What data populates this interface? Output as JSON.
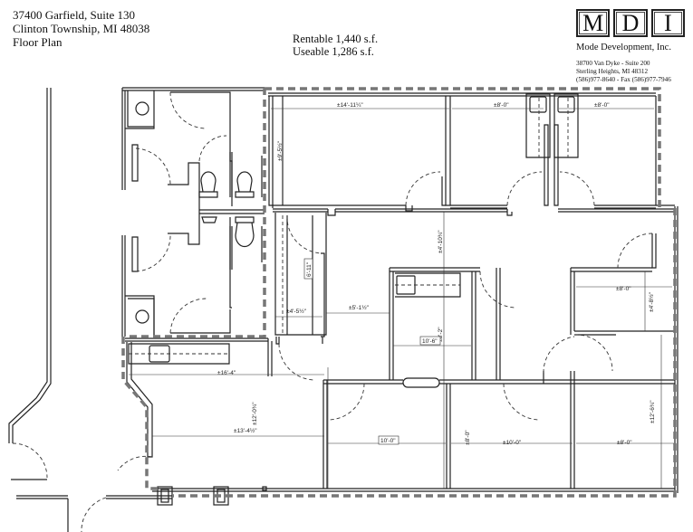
{
  "header": {
    "address_line1": "37400 Garfield, Suite 130",
    "address_line2": "Clinton Township, MI 48038",
    "document_type": "Floor Plan",
    "rentable": "Rentable 1,440 s.f.",
    "useable": "Useable 1,286 s.f."
  },
  "logo": {
    "letters": [
      "M",
      "D",
      "I"
    ],
    "company_name": "Mode Development, Inc.",
    "address_line1": "38700 Van Dyke - Suite 200",
    "address_line2": "Sterling Heights, MI 48312",
    "phone_fax": "(586)977-8640 - Fax (586)977-7946"
  },
  "colors": {
    "wall": "#222222",
    "lease_line": "#777777",
    "background": "#ffffff"
  },
  "dimensions": {
    "office_top_left_width": "±14'-11¼\"",
    "office_top_left_height": "±9'-5½\"",
    "office_top_mid_width": "±8'-0\"",
    "office_top_right_width": "±8'-0\"",
    "corridor_height": "±4'-10¾\"",
    "closet_width": "±4'-5½\"",
    "closet_depth_box": "6'-11\"",
    "hall_width": "±5'-1½\"",
    "kitchen_height": "±8'-2\"",
    "kitchen_width_box": "10'-6\"",
    "right_small_width": "±8'-0\"",
    "right_small_height": "±4'-8½\"",
    "reception_width": "±16'-4\"",
    "reception_height": "±12'-0¾\"",
    "reception_lower_width": "±13'-4½\"",
    "bottom_mid_width_box": "10'-0\"",
    "bottom_mid_height": "±8'-0\"",
    "bottom_right_mid_width": "±10'-0\"",
    "bottom_right_width": "±8'-0\"",
    "bottom_right_height": "±12'-6¾\""
  }
}
